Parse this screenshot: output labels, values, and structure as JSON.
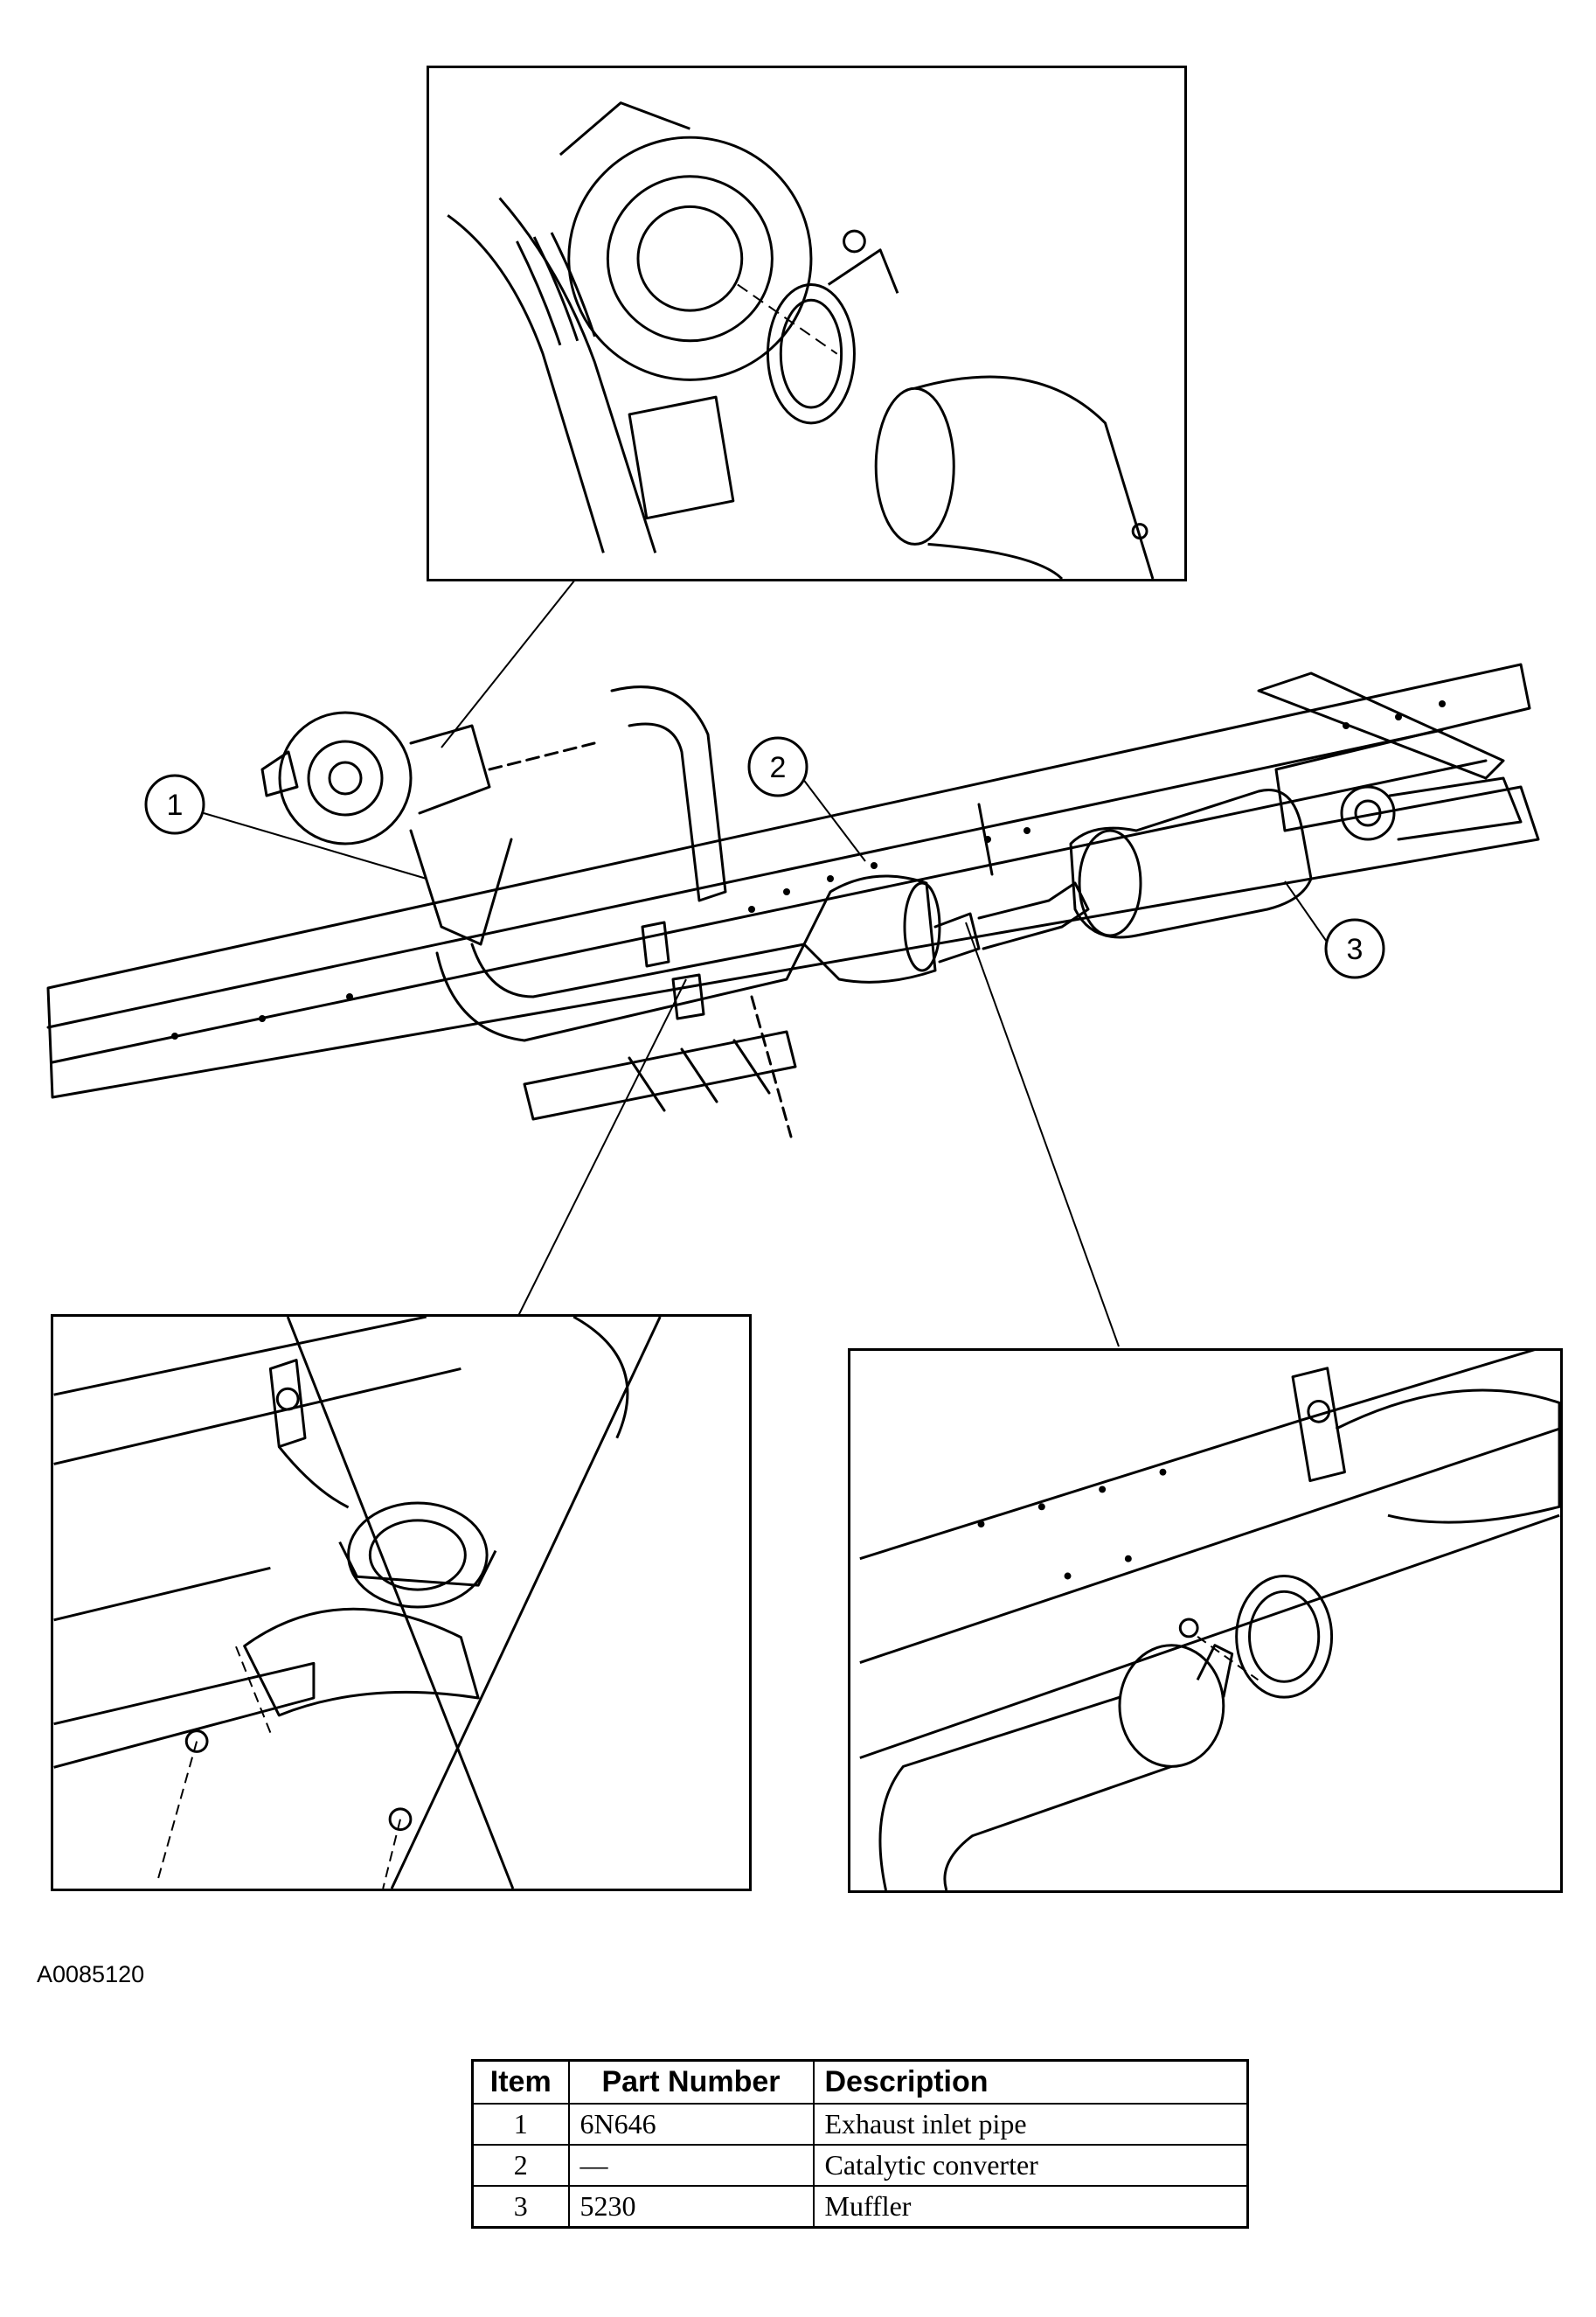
{
  "figure_id": "A0085120",
  "callouts": [
    "1",
    "2",
    "3"
  ],
  "table": {
    "headers": [
      "Item",
      "Part Number",
      "Description"
    ],
    "rows": [
      [
        "1",
        "6N646",
        "Exhaust inlet pipe"
      ],
      [
        "2",
        "—",
        "Catalytic converter"
      ],
      [
        "3",
        "5230",
        "Muffler"
      ]
    ]
  }
}
